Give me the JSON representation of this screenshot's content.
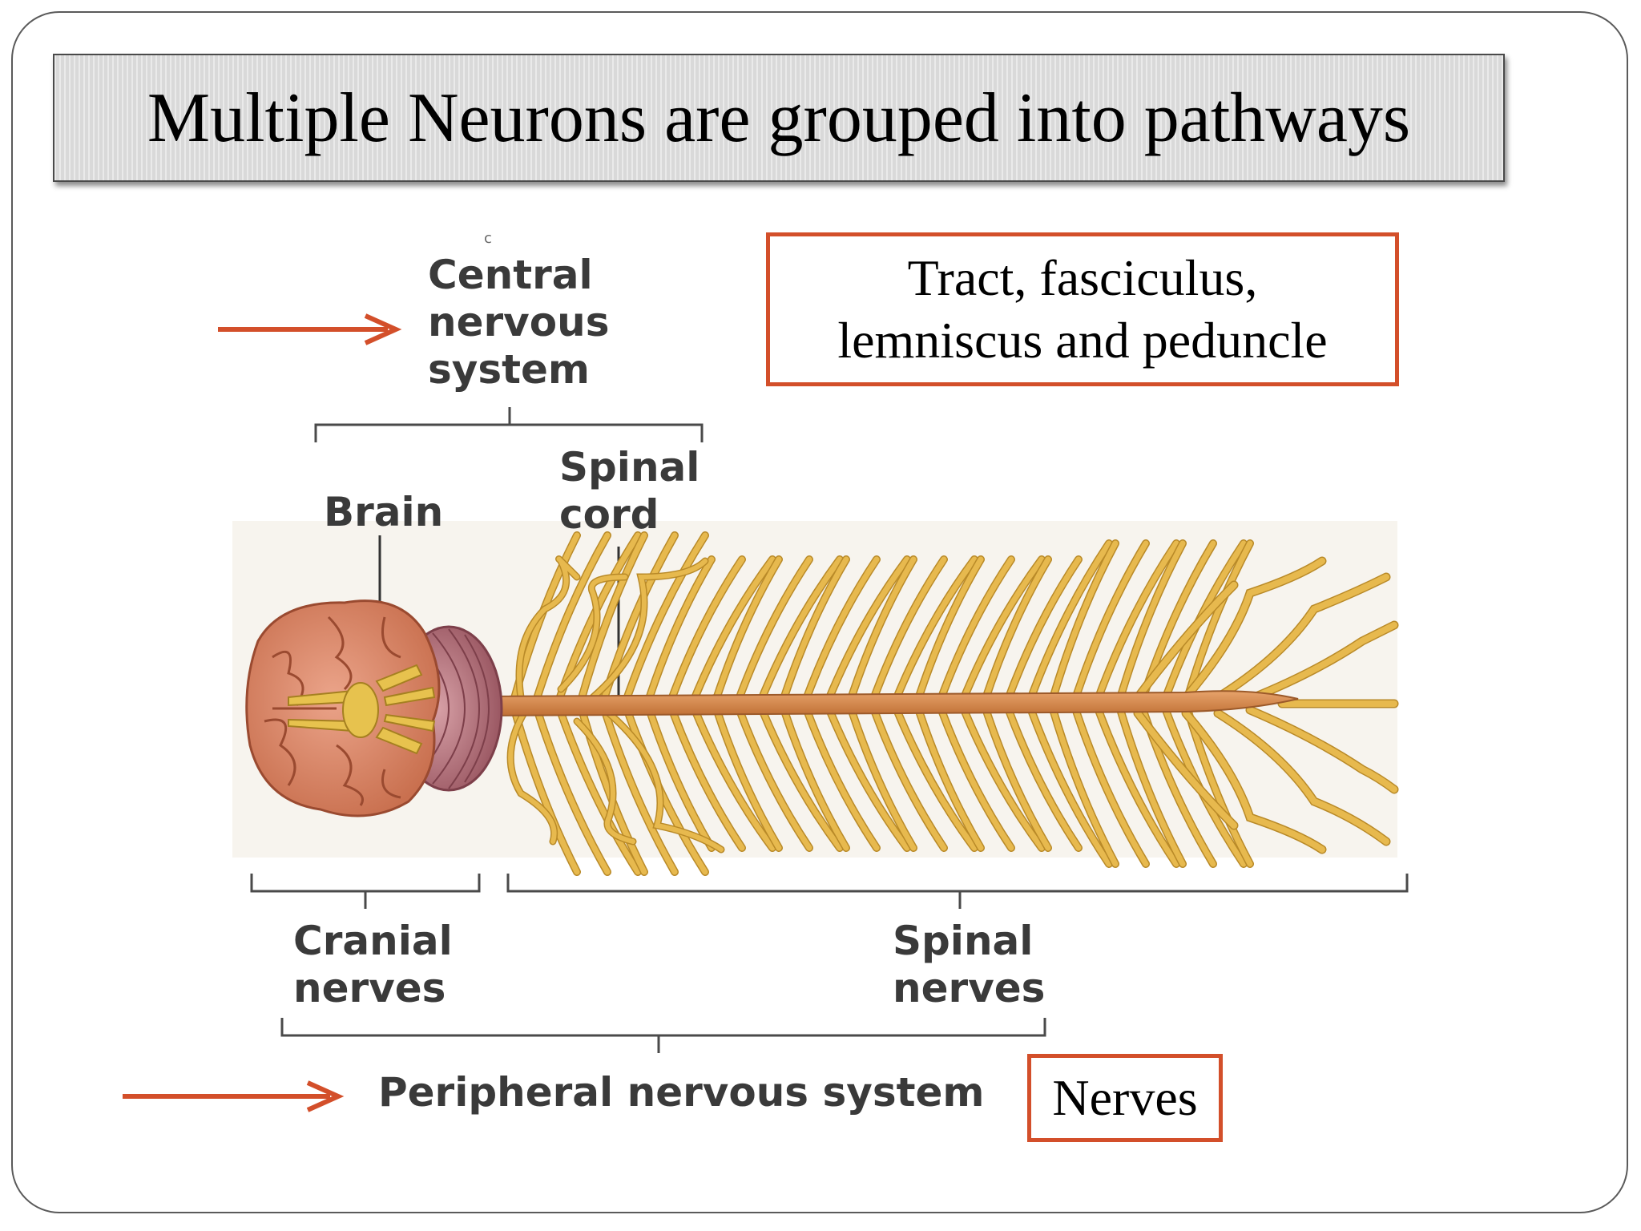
{
  "slide": {
    "title": "Multiple Neurons are grouped into pathways"
  },
  "callouts": {
    "tract_lines": [
      "Tract, fasciculus,",
      "lemniscus and peduncle"
    ],
    "nerves": "Nerves"
  },
  "labels": {
    "central_nervous_system": [
      "Central",
      "nervous",
      "system"
    ],
    "brain": "Brain",
    "spinal_cord": [
      "Spinal",
      "cord"
    ],
    "cranial_nerves": [
      "Cranial",
      "nerves"
    ],
    "spinal_nerves": [
      "Spinal",
      "nerves"
    ],
    "peripheral_nervous_system": "Peripheral nervous system",
    "stray_mark": "c"
  },
  "colors": {
    "accent_red": "#d34f2a",
    "nerve_yellow": "#e7b94e",
    "nerve_outline": "#b98a28",
    "spinal_cord": "#d38a4e",
    "brain": "#d9876a",
    "cerebellum": "#b5707a"
  },
  "icons": {
    "arrow": "right-arrow-icon"
  }
}
